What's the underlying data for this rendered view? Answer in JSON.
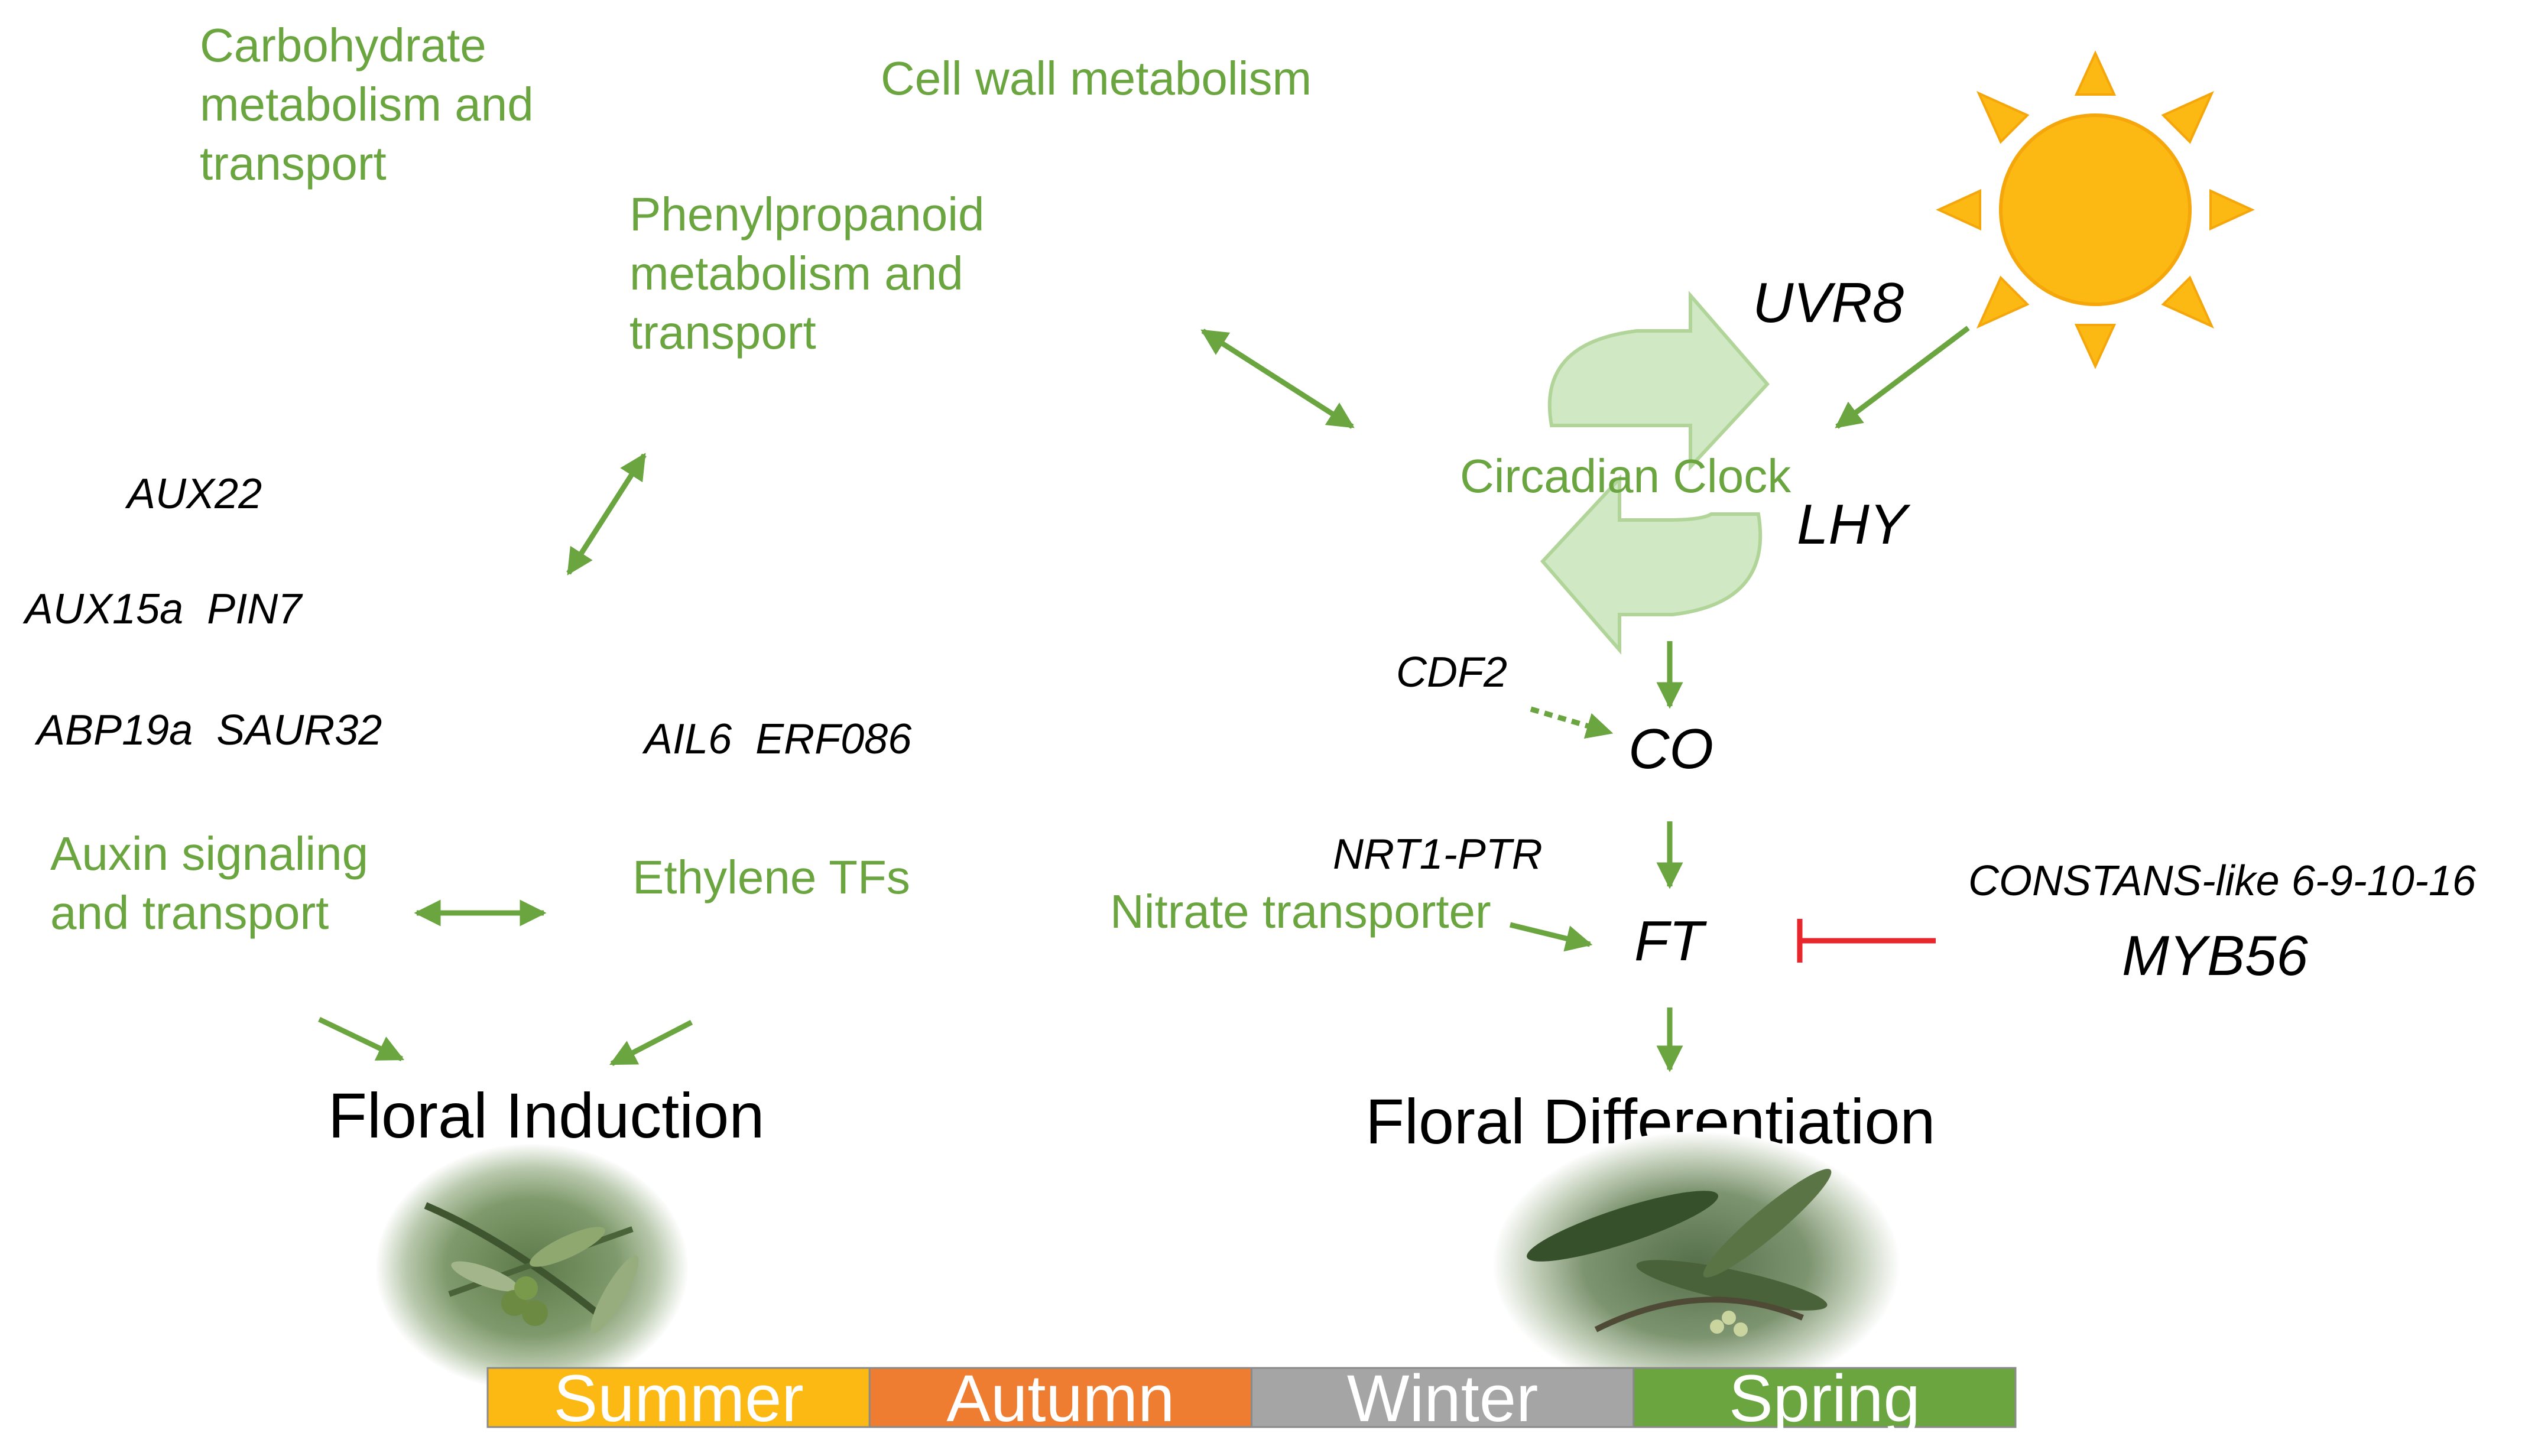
{
  "processes": {
    "carbohydrate": [
      "Carbohydrate",
      "metabolism and",
      "transport"
    ],
    "cell_wall": "Cell wall metabolism",
    "phenylpropanoid": [
      "Phenylpropanoid",
      "metabolism and",
      "transport"
    ],
    "auxin": [
      "Auxin signaling",
      "and transport"
    ],
    "ethylene": "Ethylene TFs",
    "circadian": "Circadian Clock",
    "nitrate": "Nitrate transporter"
  },
  "genes": {
    "aux22": "AUX22",
    "aux15a_pin7": "AUX15a  PIN7",
    "abp19a_saur32": "ABP19a  SAUR32",
    "ail6_erf086": "AIL6  ERF086",
    "uvr8": "UVR8",
    "lhy": "LHY",
    "cdf2": "CDF2",
    "co": "CO",
    "nrt1": "NRT1-PTR",
    "ft": "FT",
    "constans": "CONSTANS-like 6-9-10-16",
    "myb56": "MYB56"
  },
  "stages": {
    "induction": "Floral Induction",
    "differentiation": "Floral Differentiation"
  },
  "seasons": [
    {
      "label": "Summer",
      "color": "#fdb913"
    },
    {
      "label": "Autumn",
      "color": "#ee7d31"
    },
    {
      "label": "Winter",
      "color": "#a5a5a5"
    },
    {
      "label": "Spring",
      "color": "#6aa540"
    }
  ],
  "colors": {
    "arrow": "#6aa540",
    "inhibit": "#e8262b",
    "sun": "#fdb913",
    "clock": "#cde6be"
  },
  "icons": {
    "sun": "sun-icon",
    "photo_induction": "olive-branch-fruit-photo",
    "photo_differentiation": "olive-branch-bud-photo"
  }
}
